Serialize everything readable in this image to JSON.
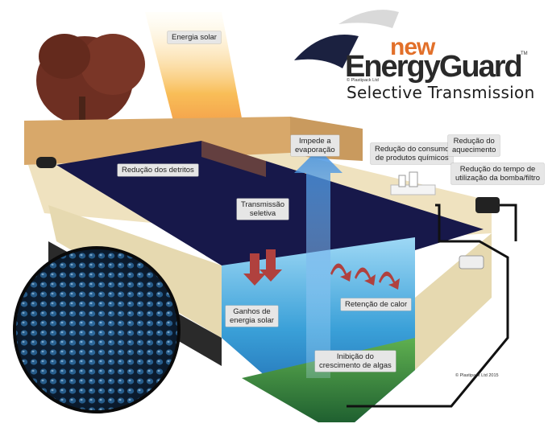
{
  "brand": {
    "new": "new",
    "name": "EnergyGuard",
    "tm": "TM",
    "copyright": "© Plastipack Ltd",
    "subtitle": "Selective Transmission"
  },
  "labels": {
    "solar_energy": "Energia solar",
    "debris_reduction": "Redução dos detritos",
    "selective_line1": "Transmissão",
    "selective_line2": "seletiva",
    "evap_line1": "Impede a",
    "evap_line2": "evaporação",
    "chem_line1": "Redução do consumo",
    "chem_line2": "de produtos químicos",
    "heating_line1": "Redução do",
    "heating_line2": "aquecimento",
    "pump_line1": "Redução do tempo de",
    "pump_line2": "utilização da bomba/filtro",
    "gain_line1": "Ganhos de",
    "gain_line2": "energia solar",
    "heat_retention": "Retenção de calor",
    "algae_line1": "Inibição do",
    "algae_line2": "crescimento de algas"
  },
  "footer_copyright": "© Plastipack Ltd 2015",
  "colors": {
    "cover": "#17184a",
    "water": "#3aa0d8",
    "deck": "#efe2bf",
    "fence": "#d8a86a",
    "sun_beam": "#e8321e",
    "arrow_blue": "#4a9fe6",
    "heat_arrow": "#b0413e",
    "algae_green": "#2e7a3a",
    "brand_orange": "#e2702a"
  }
}
